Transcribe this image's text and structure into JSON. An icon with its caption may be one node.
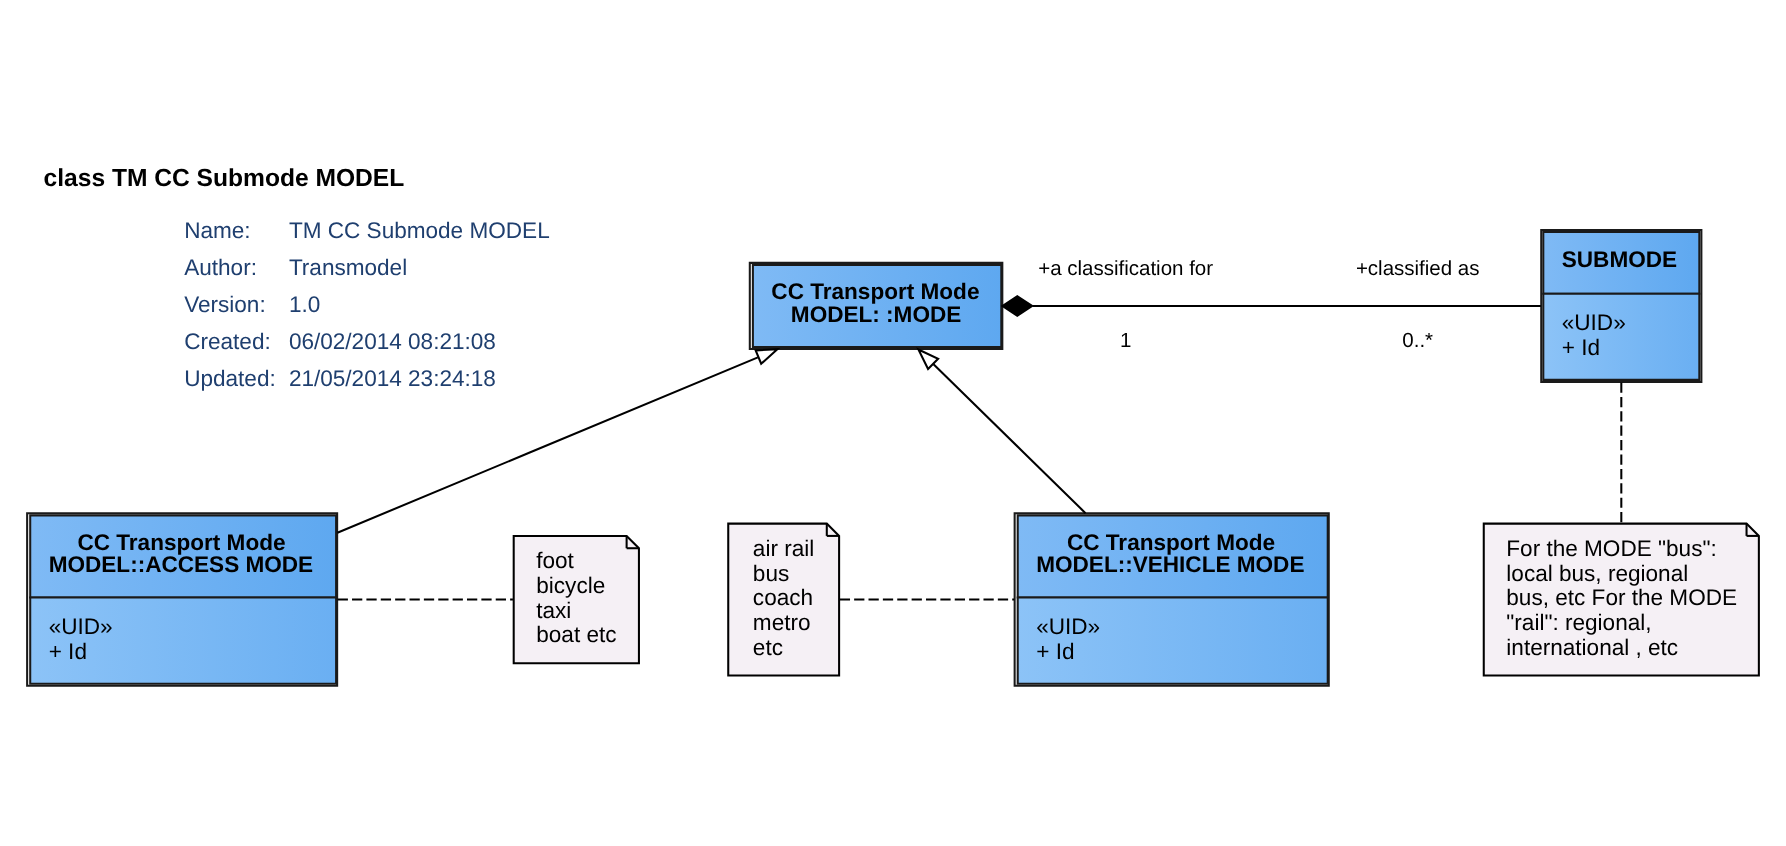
{
  "diagram": {
    "title": "class TM CC Submode MODEL",
    "nodes": [
      {
        "text": [
          "CC Transport Mode MODEL: :MODE"
        ]
      },
      {
        "text": [
          "SUBMODE",
          "«UID»",
          "+ Id"
        ]
      },
      {
        "text": [
          "foot bicycle taxi boat etc"
        ]
      },
      {
        "text": [
          "air rail bus coach metro etc"
        ]
      },
      {
        "text": [
          "CC Transport Mode MODEL::VEHICLE MODE",
          "«UID»",
          "+ Id"
        ]
      },
      {
        "text": [
          "CC Transport Mode MODEL::ACCESS MODE",
          "«UID»",
          "+ Id"
        ]
      },
      {
        "text": [
          "For the MODE \"bus\": local bus, regional bus, etc For the MODE \"rail\": regional, international , etc"
        ]
      }
    ],
    "edges": [
      {
        "from": 0,
        "to": 1,
        "arrow": "other"
      },
      {
        "from": 4,
        "to": 0,
        "arrow": "to"
      },
      {
        "from": 5,
        "to": 0,
        "arrow": "to"
      },
      {
        "from": 3,
        "to": 4,
        "arrow": "none",
        "style": "dashed"
      },
      {
        "from": 5,
        "to": 2,
        "arrow": "none",
        "style": "dashed"
      },
      {
        "from": 1,
        "to": 6,
        "arrow": "none",
        "style": "dashed"
      }
    ],
    "labels": [
      "Name:",
      "TM CC Submode MODEL",
      "Author:",
      "Transmodel",
      "Version:",
      "1.0",
      "Created:",
      "06/02/2014 08:21:08",
      "Updated:",
      "21/05/2014 23:24:18",
      "+a classification for",
      "+classified as",
      "1",
      "0..*"
    ]
  }
}
